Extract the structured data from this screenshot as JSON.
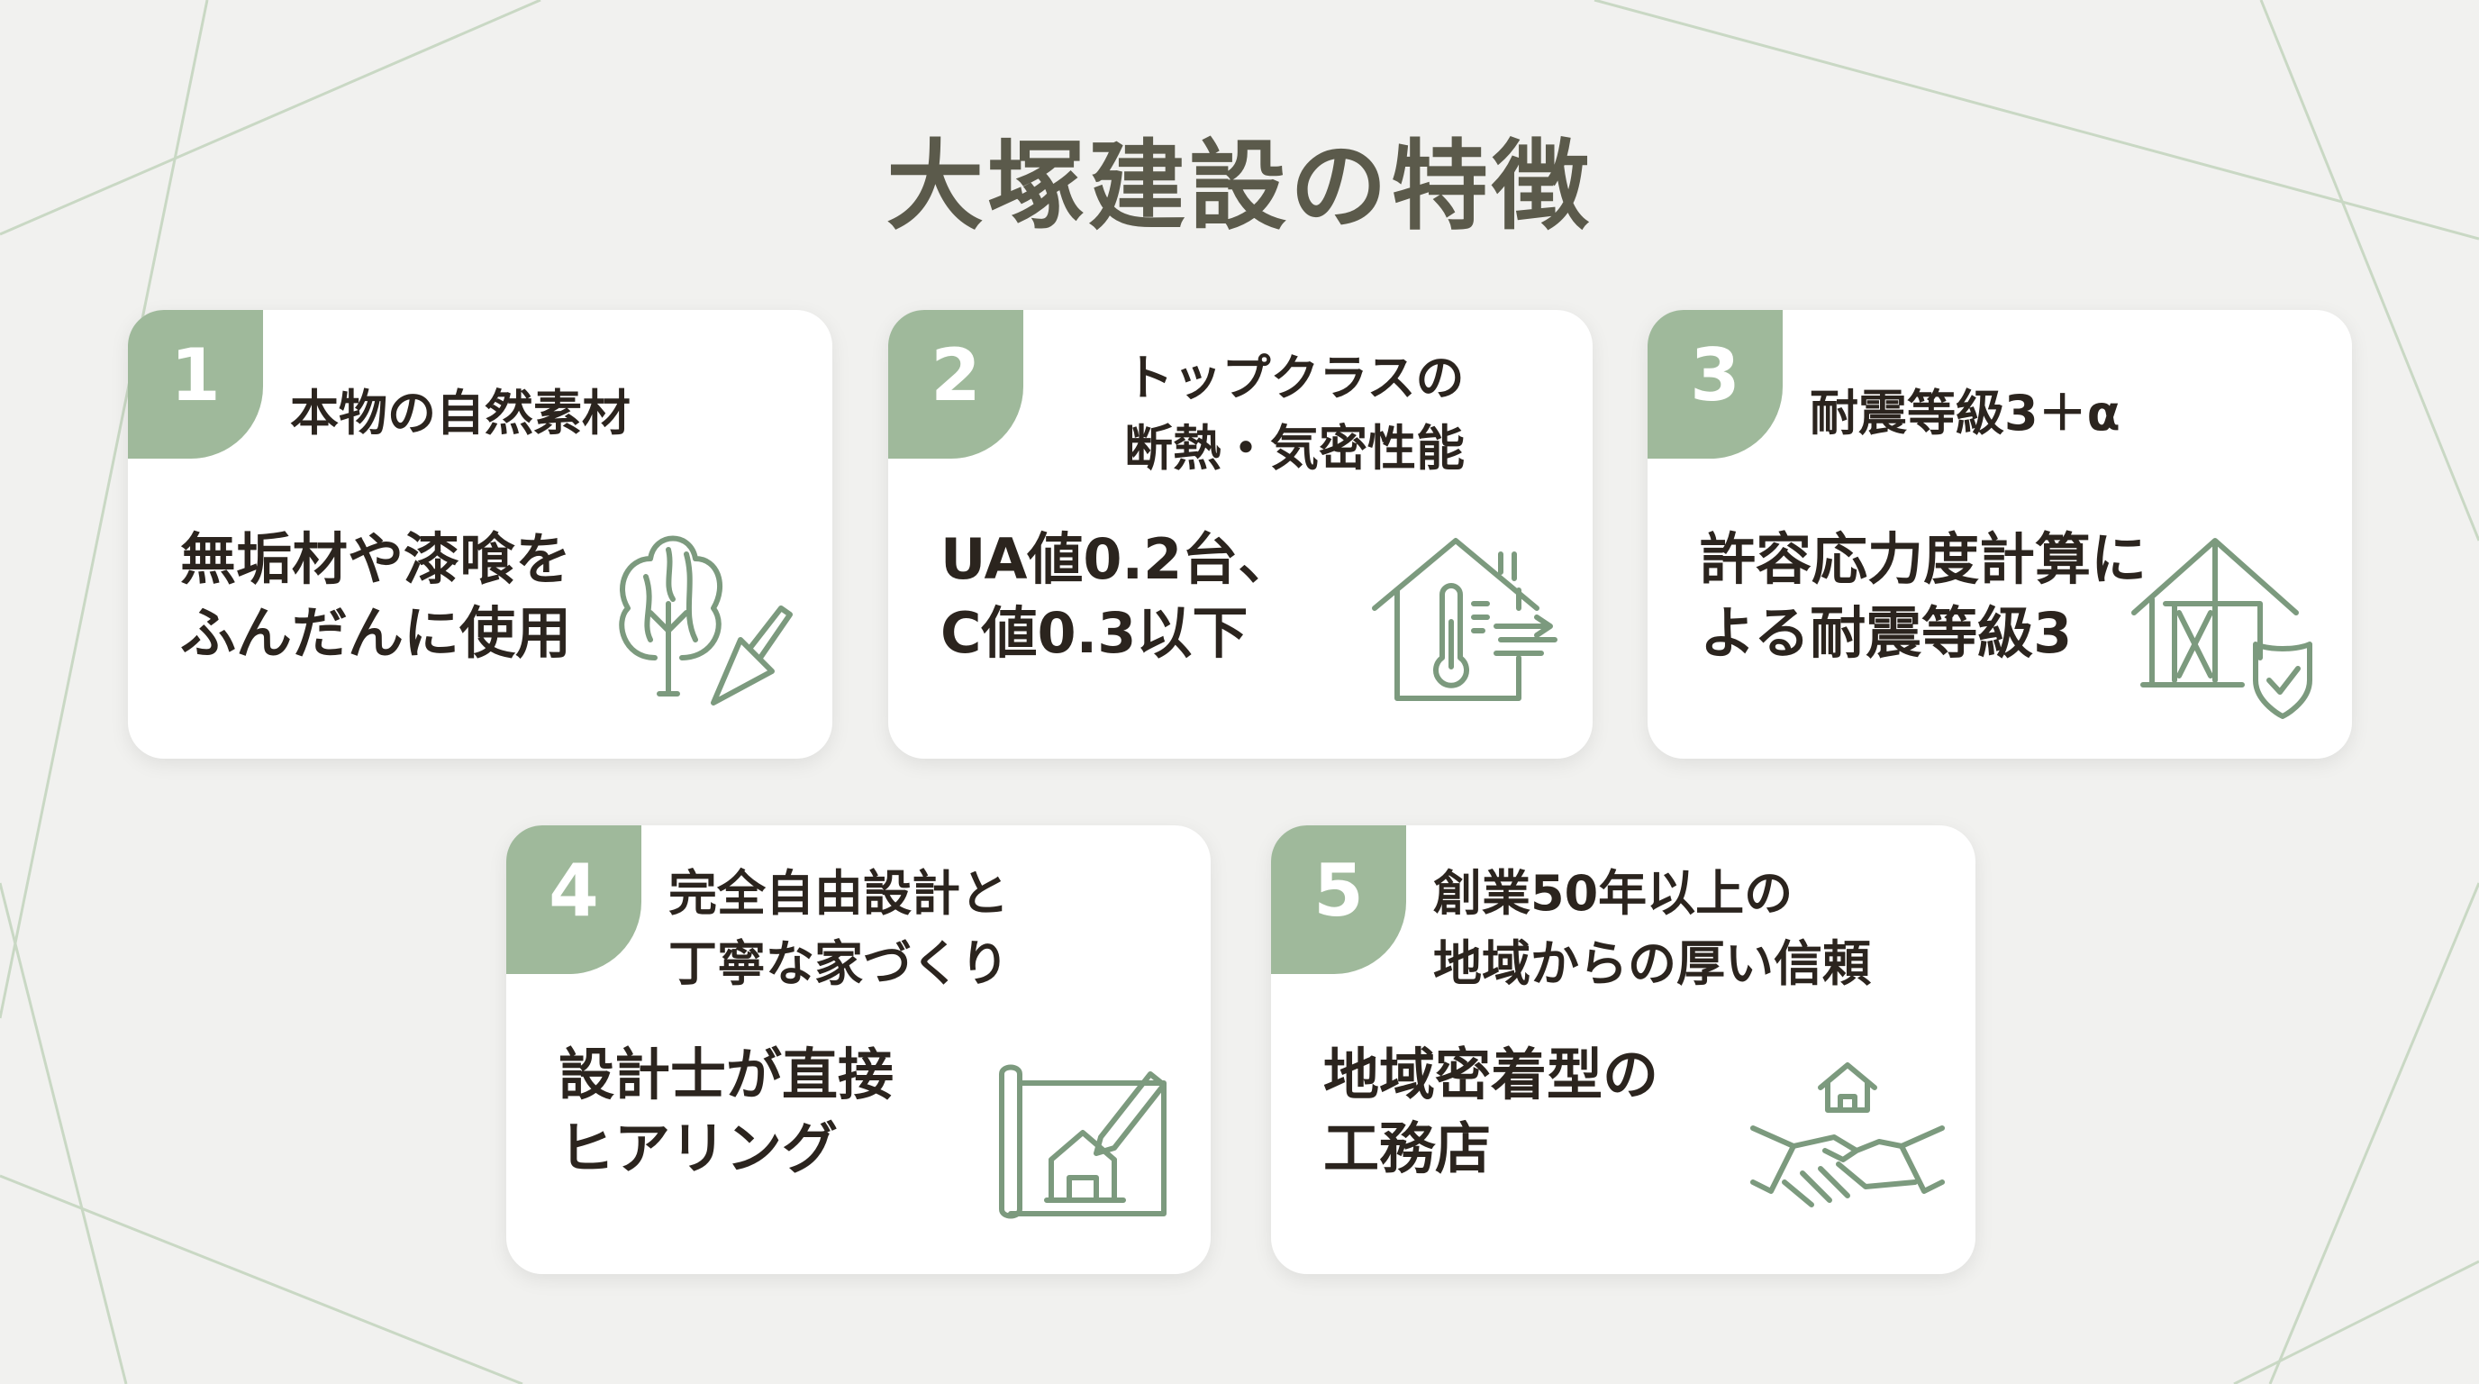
{
  "title": "大塚建設の特徴",
  "colors": {
    "accent": "#9fb99b",
    "icon": "#7c9a7e",
    "title": "#5b5a4b",
    "text": "#2b241e",
    "background": "#f1f1ef"
  },
  "cards": [
    {
      "number": "1",
      "heading": [
        "本物の自然素材"
      ],
      "body": [
        "無垢材や漆喰を",
        "ふんだんに使用"
      ],
      "icon": "tree-trowel-icon"
    },
    {
      "number": "2",
      "heading": [
        "トップクラスの",
        "断熱・気密性能"
      ],
      "body": [
        "UA値0.2台、",
        "C値0.3以下"
      ],
      "icon": "house-thermometer-icon"
    },
    {
      "number": "3",
      "heading": [
        "耐震等級3＋α"
      ],
      "body": [
        "許容応力度計算に",
        "よる耐震等級3"
      ],
      "icon": "house-frame-shield-icon"
    },
    {
      "number": "4",
      "heading": [
        "完全自由設計と",
        "丁寧な家づくり"
      ],
      "body": [
        "設計士が直接",
        "ヒアリング"
      ],
      "icon": "blueprint-pencil-icon"
    },
    {
      "number": "5",
      "heading": [
        "創業50年以上の",
        "地域からの厚い信頼"
      ],
      "body": [
        "地域密着型の",
        "工務店"
      ],
      "icon": "handshake-house-icon"
    }
  ]
}
